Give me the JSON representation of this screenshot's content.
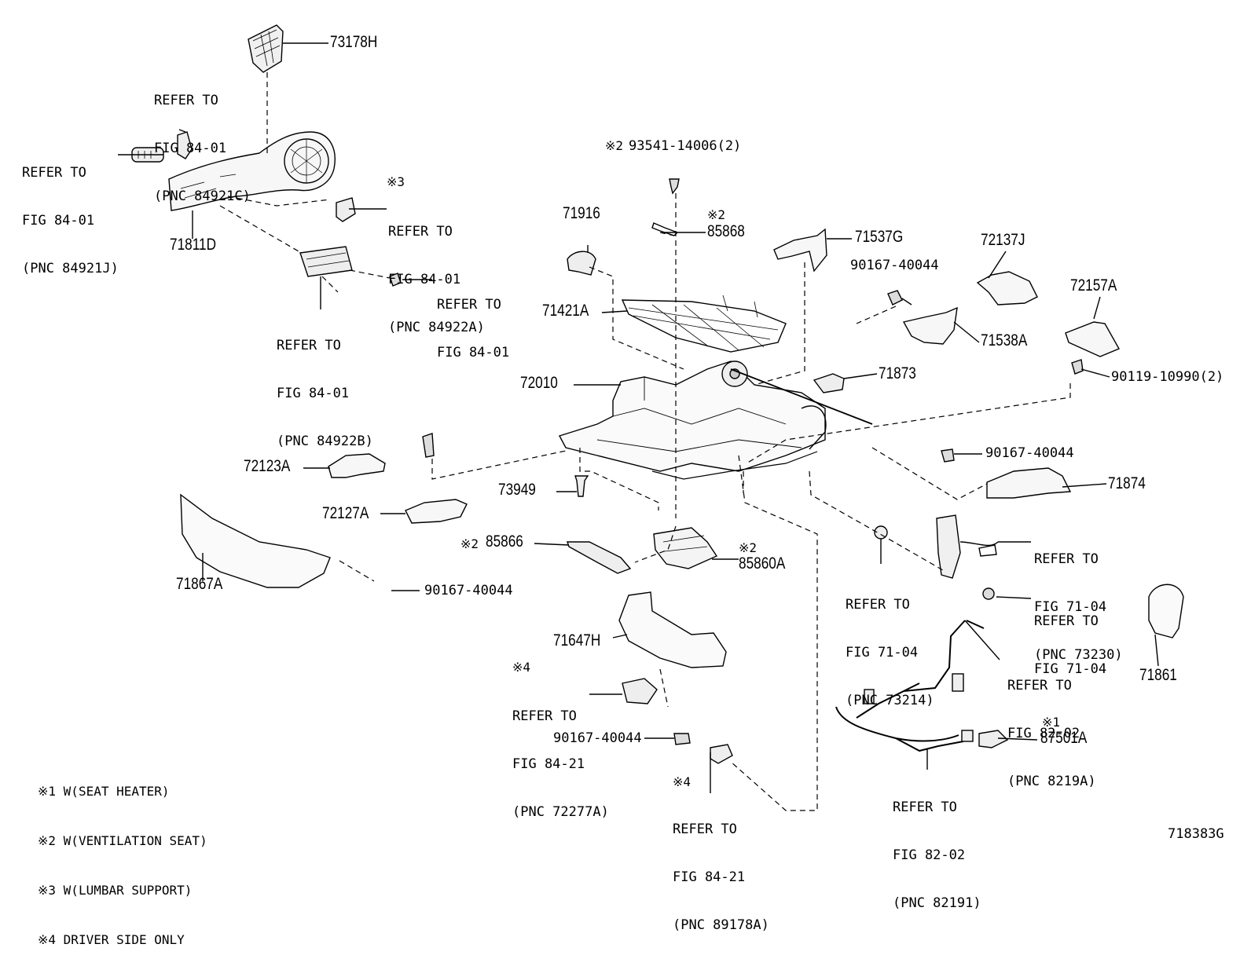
{
  "diagram": {
    "code": "718383G",
    "parts": {
      "p73178H": "73178H",
      "p71811D": "71811D",
      "p71916": "71916",
      "p85868": "85868",
      "p71537G": "71537G",
      "p72137J": "72137J",
      "p90167_a": "90167-40044",
      "p72157A": "72157A",
      "p71421A": "71421A",
      "p71538A": "71538A",
      "p72010": "72010",
      "p71873": "71873",
      "p90119": "90119-10990(2)",
      "p93541": "93541-14006(2)",
      "p90167_b": "90167-40044",
      "p72123A": "72123A",
      "p73949": "73949",
      "p71874": "71874",
      "p72127A": "72127A",
      "p85866": "85866",
      "p85860A": "85860A",
      "p71867A": "71867A",
      "p90167_c": "90167-40044",
      "p71647H": "71647H",
      "p90167_d": "90167-40044",
      "p71861": "71861",
      "p87501A": "87501A"
    },
    "marks": {
      "m93541": "※2",
      "m85868": "※2",
      "m84922A": "※3",
      "m85866": "※2",
      "m85860A": "※2",
      "m72277A": "※4",
      "m89178A": "※4",
      "m87501A": "※1"
    },
    "refs": {
      "r84921C": [
        "REFER TO",
        "FIG 84-01",
        "(PNC 84921C)"
      ],
      "r84921J": [
        "REFER TO",
        "FIG 84-01",
        "(PNC 84921J)"
      ],
      "r84922A": [
        "REFER TO",
        "FIG 84-01",
        "(PNC 84922A)"
      ],
      "r84_01": [
        "REFER TO",
        "FIG 84-01"
      ],
      "r84922B": [
        "REFER TO",
        "FIG 84-01",
        "(PNC 84922B)"
      ],
      "r73230": [
        "REFER TO",
        "FIG 71-04",
        "(PNC 73230)"
      ],
      "r73214": [
        "REFER TO",
        "FIG 71-04",
        "(PNC 73214)"
      ],
      "r71_04": [
        "REFER TO",
        "FIG 71-04"
      ],
      "r8219A": [
        "REFER TO",
        "FIG 82-02",
        "(PNC 8219A)"
      ],
      "r72277A": [
        "REFER TO",
        "FIG 84-21",
        "(PNC 72277A)"
      ],
      "r82191": [
        "REFER TO",
        "FIG 82-02",
        "(PNC 82191)"
      ],
      "r89178A": [
        "REFER TO",
        "FIG 84-21",
        "(PNC 89178A)"
      ]
    },
    "legend": [
      "※1 W(SEAT HEATER)",
      "※2 W(VENTILATION SEAT)",
      "※3 W(LUMBAR SUPPORT)",
      "※4 DRIVER SIDE ONLY"
    ]
  }
}
